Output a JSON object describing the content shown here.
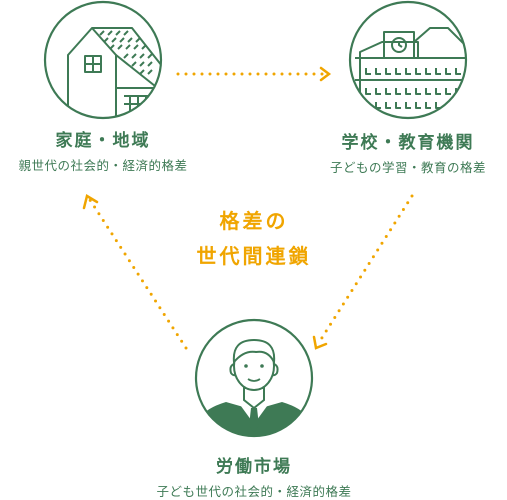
{
  "center": {
    "line1": "格差の",
    "line2": "世代間連鎖"
  },
  "nodes": {
    "family": {
      "title": "家庭・地域",
      "subtitle": "親世代の社会的・経済的格差",
      "icon": "house-icon"
    },
    "school": {
      "title": "学校・教育機関",
      "subtitle": "子どもの学習・教育の格差",
      "icon": "school-building-icon"
    },
    "labor": {
      "title": "労働市場",
      "subtitle": "子ども世代の社会的・経済的格差",
      "icon": "worker-icon"
    }
  },
  "colors": {
    "green": "#3e7a55",
    "orange": "#f0a500"
  }
}
